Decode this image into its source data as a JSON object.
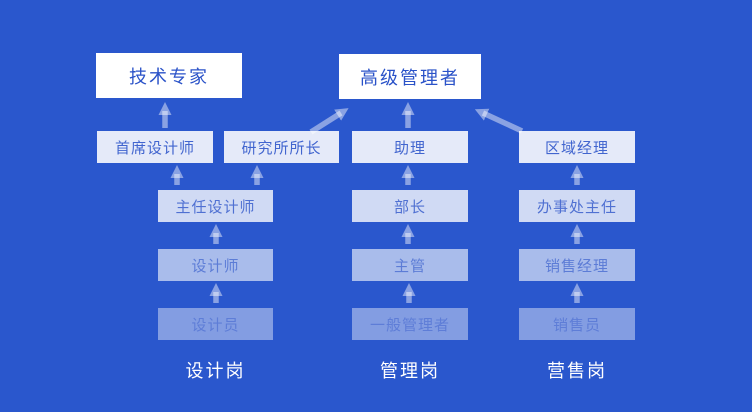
{
  "colors": {
    "background": "#2A57CD",
    "box_background": "#FFFFFF",
    "box_text": "#2A52C8",
    "arrow": "rgba(255,255,255,0.45)",
    "column_label_text": "#FFFFFF"
  },
  "nodes": {
    "tech_expert": "技术专家",
    "senior_manager": "高级管理者",
    "chief_designer": "首席设计师",
    "institute_director": "研究所所长",
    "assistant": "助理",
    "regional_manager": "区域经理",
    "director_designer": "主任设计师",
    "minister": "部长",
    "office_director": "办事处主任",
    "designer": "设计师",
    "supervisor": "主管",
    "sales_manager": "销售经理",
    "junior_designer": "设计员",
    "general_manager": "一般管理者",
    "salesperson": "销售员"
  },
  "column_labels": {
    "design": "设计岗",
    "management": "管理岗",
    "sales": "营售岗"
  },
  "edges": [
    {
      "from": "首席设计师",
      "to": "技术专家"
    },
    {
      "from": "主任设计师",
      "to": "首席设计师"
    },
    {
      "from": "主任设计师",
      "to": "研究所所长"
    },
    {
      "from": "研究所所长",
      "to": "高级管理者"
    },
    {
      "from": "设计师",
      "to": "主任设计师"
    },
    {
      "from": "设计员",
      "to": "设计师"
    },
    {
      "from": "助理",
      "to": "高级管理者"
    },
    {
      "from": "部长",
      "to": "助理"
    },
    {
      "from": "主管",
      "to": "部长"
    },
    {
      "from": "一般管理者",
      "to": "主管"
    },
    {
      "from": "区域经理",
      "to": "高级管理者"
    },
    {
      "from": "办事处主任",
      "to": "区域经理"
    },
    {
      "from": "销售经理",
      "to": "办事处主任"
    },
    {
      "from": "销售员",
      "to": "销售经理"
    }
  ]
}
